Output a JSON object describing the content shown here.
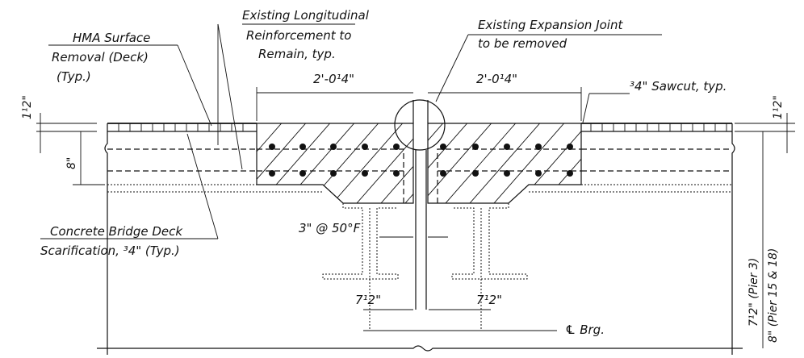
{
  "labels": {
    "long_reinf_1": "Existing Longitudinal",
    "long_reinf_2": "Reinforcement to",
    "long_reinf_3": "Remain, typ.",
    "exp_joint_1": "Existing Expansion Joint",
    "exp_joint_2": "to be removed",
    "hma_1": "HMA Surface",
    "hma_2": "Removal (Deck)",
    "hma_3": "(Typ.)",
    "sawcut": "³4\" Sawcut, typ.",
    "dim_left": "2'-0¹4\"",
    "dim_right": "2'-0¹4\"",
    "gap": "3\" @ 50°F",
    "scar_1": "Concrete Bridge Deck",
    "scar_2": "Scarification, ³4\" (Typ.)",
    "seven_half_left": "7¹2\"",
    "seven_half_right": "7¹2\"",
    "brg": "℄ Brg.",
    "left_half": "1¹2\"",
    "left_eight": "8\"",
    "right_half": "1¹2\"",
    "pier3": "7¹2\" (Pier 3)",
    "pier15": "8\" (Pier 15 & 18)"
  }
}
